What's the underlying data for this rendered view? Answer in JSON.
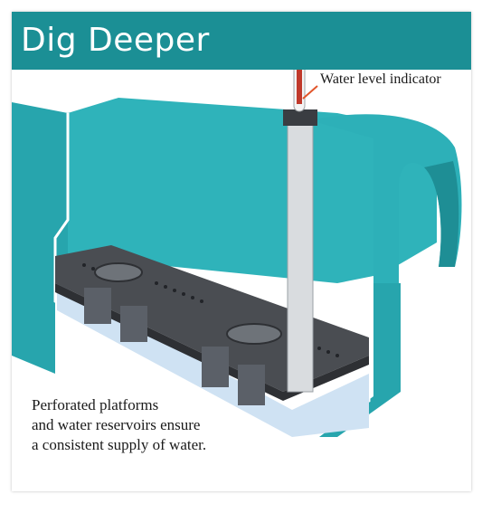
{
  "header": {
    "title": "Dig Deeper",
    "bar_color": "#1b8f95"
  },
  "callouts": {
    "indicator": "Water level indicator"
  },
  "caption": {
    "lines": [
      "Perforated platforms",
      "and water reservoirs ensure",
      "a consistent supply of water."
    ]
  },
  "colors": {
    "planter": "#2fb8bf",
    "planter_dark": "#1e8e95",
    "platform": "#4a4d52",
    "water": "#cfe2f3",
    "leader": "#e2562b"
  }
}
